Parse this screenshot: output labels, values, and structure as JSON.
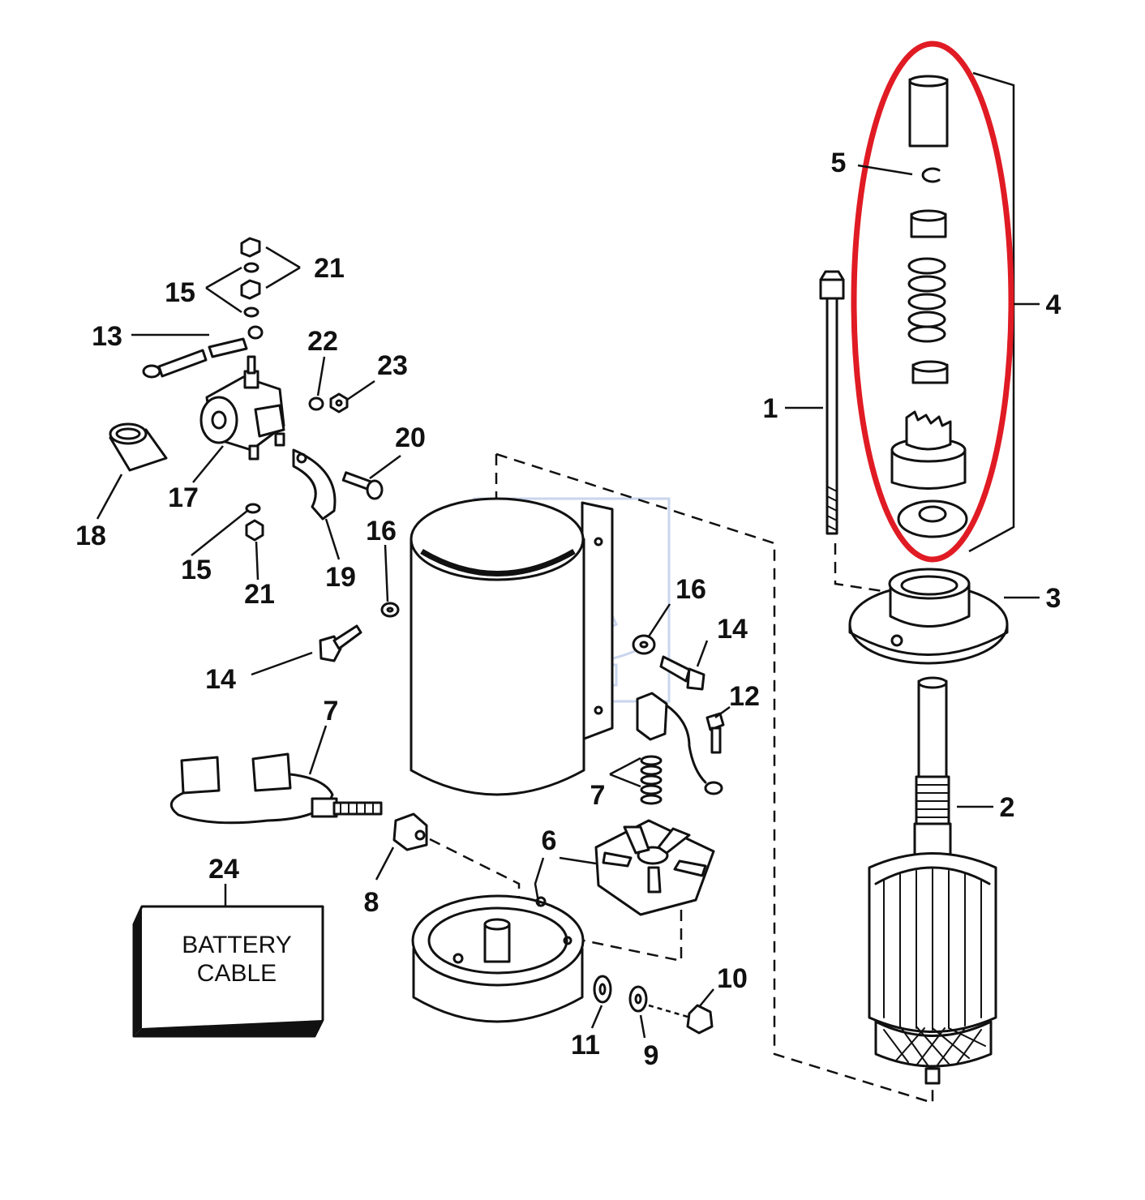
{
  "diagram": {
    "highlight_color": "#e01b24",
    "ink_color": "#111111",
    "watermark_color": "#9fb4de",
    "labels": {
      "l1": "1",
      "l2": "2",
      "l3": "3",
      "l4": "4",
      "l5": "5",
      "l6": "6",
      "l7a": "7",
      "l7b": "7",
      "l8": "8",
      "l9": "9",
      "l10": "10",
      "l11": "11",
      "l12": "12",
      "l13": "13",
      "l14a": "14",
      "l14b": "14",
      "l15a": "15",
      "l15b": "15",
      "l16a": "16",
      "l16b": "16",
      "l17": "17",
      "l18": "18",
      "l19": "19",
      "l20": "20",
      "l21a": "21",
      "l21b": "21",
      "l22": "22",
      "l23": "23",
      "l24": "24"
    },
    "battery_box": {
      "line1": "BATTERY",
      "line2": "CABLE"
    }
  }
}
